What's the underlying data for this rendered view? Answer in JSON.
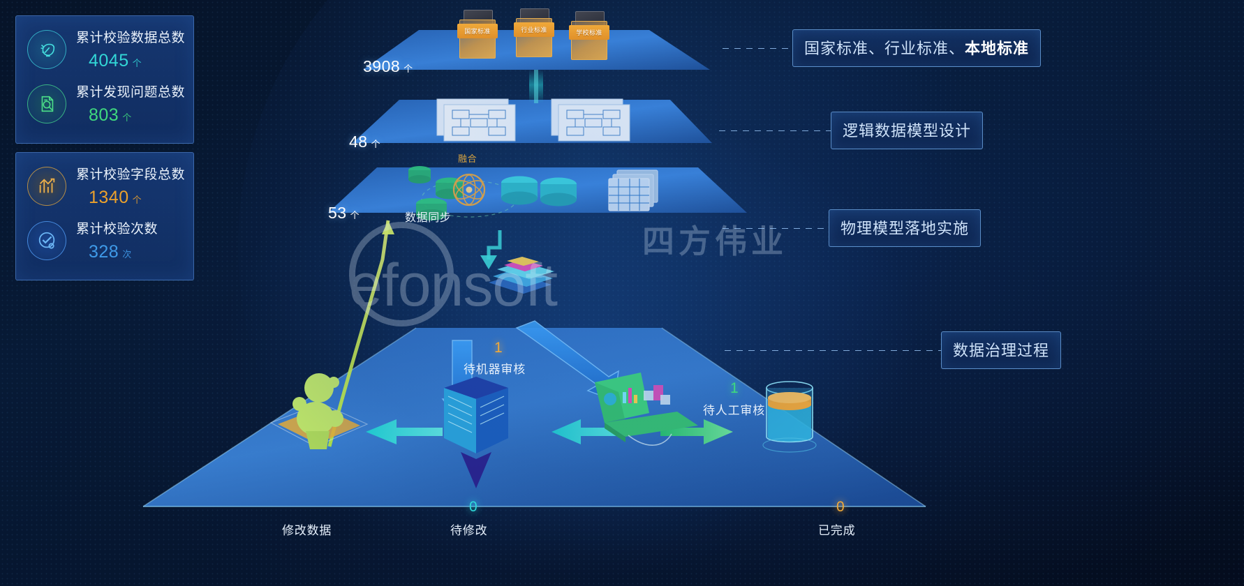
{
  "stats": {
    "cards": [
      {
        "name": "validation-data-total",
        "items": [
          {
            "icon": "leaf-lamp-icon",
            "tone": "cyan",
            "title": "累计校验数据总数",
            "value": "4045",
            "unit": "个"
          },
          {
            "icon": "document-search-icon",
            "tone": "green",
            "title": "累计发现问题总数",
            "value": "803",
            "unit": "个"
          }
        ]
      },
      {
        "name": "validation-field-total",
        "items": [
          {
            "icon": "bar-chart-icon",
            "tone": "orange",
            "title": "累计校验字段总数",
            "value": "1340",
            "unit": "个"
          },
          {
            "icon": "check-gear-icon",
            "tone": "blue",
            "title": "累计校验次数",
            "value": "328",
            "unit": "次"
          }
        ]
      }
    ]
  },
  "pyramid": {
    "levels": [
      {
        "count": "3908",
        "unit": "个",
        "callout_plain_pre": "国家标准、行业标准、",
        "callout_bold": "本地标准",
        "callout_plain_post": ""
      },
      {
        "count": "48",
        "unit": "个",
        "callout_plain_pre": "逻辑数据模型设计",
        "callout_bold": "",
        "callout_plain_post": ""
      },
      {
        "count": "53",
        "unit": "个",
        "callout_plain_pre": "物理模型落地实施",
        "callout_bold": "",
        "callout_plain_post": ""
      },
      {
        "count": "",
        "unit": "",
        "callout_plain_pre": "数据治理过程",
        "callout_bold": "",
        "callout_plain_post": ""
      }
    ],
    "standard_boxes": [
      {
        "label": "国家标准"
      },
      {
        "label": "行业标准"
      },
      {
        "label": "学校标准"
      }
    ],
    "mid_labels": [
      {
        "text": "融合",
        "color": "#d9a441"
      },
      {
        "text": "数据同步",
        "color": "#e8f1fb"
      }
    ]
  },
  "flow": {
    "nodes": [
      {
        "name": "pending-machine-review",
        "num": "1",
        "num_color": "#f0a93a",
        "label": "待机器审核"
      },
      {
        "name": "pending-manual-review",
        "num": "1",
        "num_color": "#3fd97f",
        "label": "待人工审核"
      },
      {
        "name": "modify-data",
        "num": "",
        "num_color": "#e8f1fb",
        "label": "修改数据"
      },
      {
        "name": "pending-modification",
        "num": "0",
        "num_color": "#2fd9d9",
        "label": "待修改"
      },
      {
        "name": "completed",
        "num": "0",
        "num_color": "#f0a93a",
        "label": "已完成"
      }
    ]
  },
  "watermark": {
    "cn": "四方伟业",
    "en": "efonsoft"
  },
  "colors": {
    "cyan": "#32d6d6",
    "green": "#3fd97f",
    "orange": "#eba12c",
    "blue": "#3f9ae8",
    "slab": "#3d86e0",
    "tag_border": "#76b0ee"
  }
}
